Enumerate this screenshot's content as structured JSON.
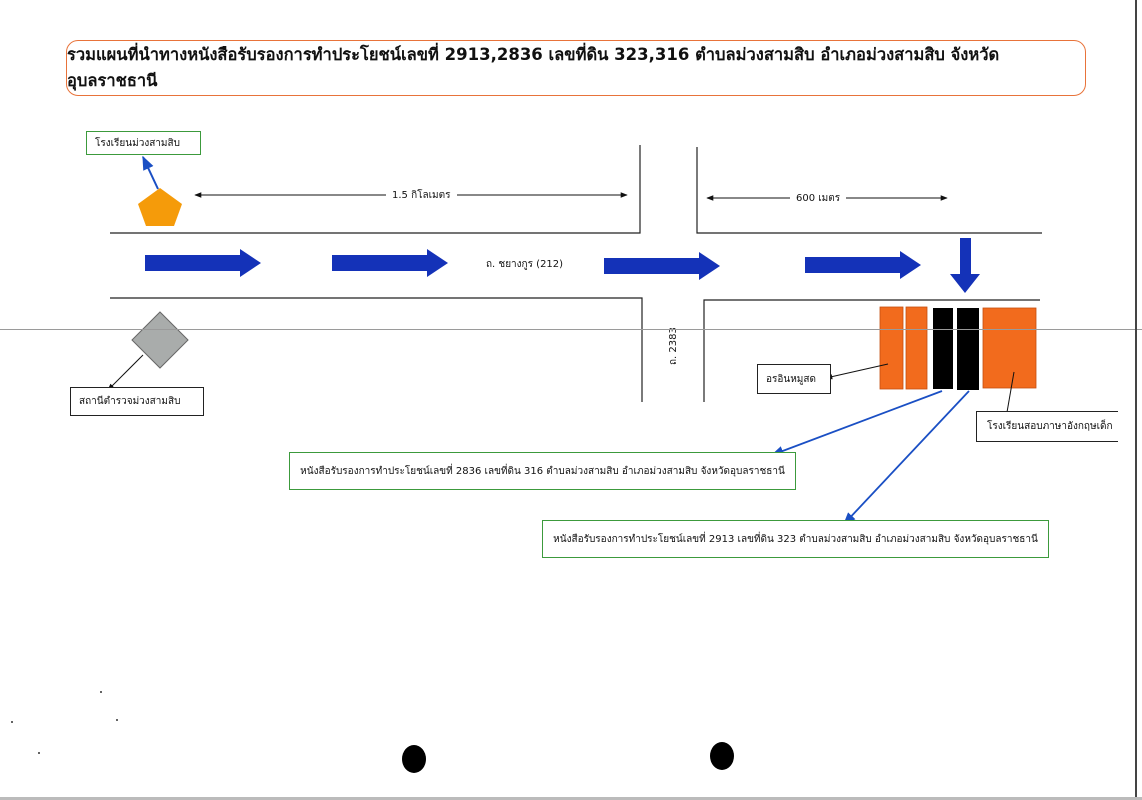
{
  "title": "รวมแผนที่นำทางหนังสือรับรองการทำประโยชน์เลขที่ 2913,2836 เลขที่ดิน 323,316 ตำบลม่วงสามสิบ อำเภอม่วงสามสิบ จังหวัดอุบลราชธานี",
  "landmarks": {
    "school": "โรงเรียนม่วงสามสิบ",
    "police_station": "สถานีตำรวจม่วงสามสิบ",
    "pork_shop": "อรอินหมูสด",
    "english_school": "โรงเรียนสอบภาษาอังกฤษเด็ก"
  },
  "distances": {
    "first_segment": "1.5 กิโลเมตร",
    "second_segment": "600 เมตร"
  },
  "roads": {
    "main_road": "ถ. ชยางกูร (212)",
    "cross_road": "ถ. 2383"
  },
  "parcels": [
    {
      "label": "หนังสือรับรองการทำประโยชน์เลขที่ 2836 เลขที่ดิน 316 ตำบลม่วงสามสิบ อำเภอม่วงสามสิบ จังหวัดอุบลราชธานี",
      "certificate_no": "2836",
      "land_no": "316"
    },
    {
      "label": "หนังสือรับรองการทำประโยชน์เลขที่ 2913 เลขที่ดิน 323 ตำบลม่วงสามสิบ อำเภอม่วงสามสิบ จังหวัดอุบลราชธานี",
      "certificate_no": "2913",
      "land_no": "323"
    }
  ],
  "colors": {
    "title_border": "#e8733a",
    "route_arrow": "#1432b8",
    "leader_line": "#1a4fc4",
    "school_marker": "#f59b0a",
    "police_marker": "#a9acab",
    "building": "#f26b1d",
    "target_parcel": "#000000",
    "label_border_green": "#3c9a3c"
  }
}
